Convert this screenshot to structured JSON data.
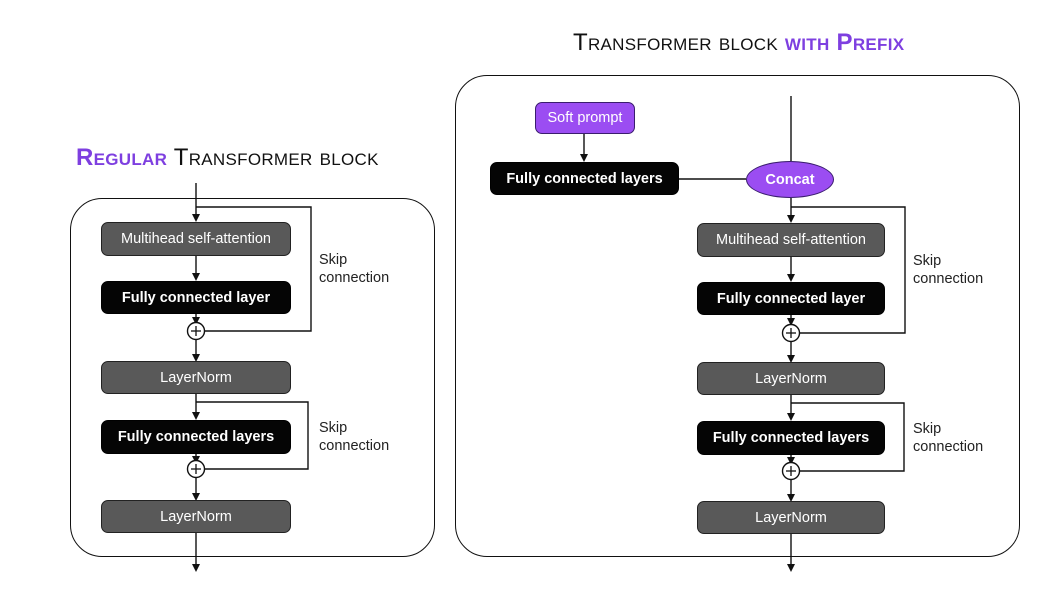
{
  "left": {
    "title_accent": "Regular",
    "title_rest": " Transformer block",
    "mhsa": "Multihead self-attention",
    "fc1": "Fully connected layer",
    "ln1": "LayerNorm",
    "fc2": "Fully connected layers",
    "ln2": "LayerNorm",
    "skip1_line1": "Skip",
    "skip1_line2": "connection",
    "skip2_line1": "Skip",
    "skip2_line2": "connection"
  },
  "right": {
    "title_rest": "Transformer block ",
    "title_accent1": "with",
    "title_accent2": "Prefix",
    "soft_prompt": "Soft prompt",
    "fc_prefix": "Fully connected layers",
    "concat": "Concat",
    "mhsa": "Multihead self-attention",
    "fc1": "Fully connected layer",
    "ln1": "LayerNorm",
    "fc2": "Fully connected layers",
    "ln2": "LayerNorm",
    "skip1_line1": "Skip",
    "skip1_line2": "connection",
    "skip2_line1": "Skip",
    "skip2_line2": "connection"
  },
  "colors": {
    "accent": "#7e3fe0",
    "purple_box": "#9b4df2",
    "gray_box": "#595959",
    "black_box": "#050505"
  }
}
